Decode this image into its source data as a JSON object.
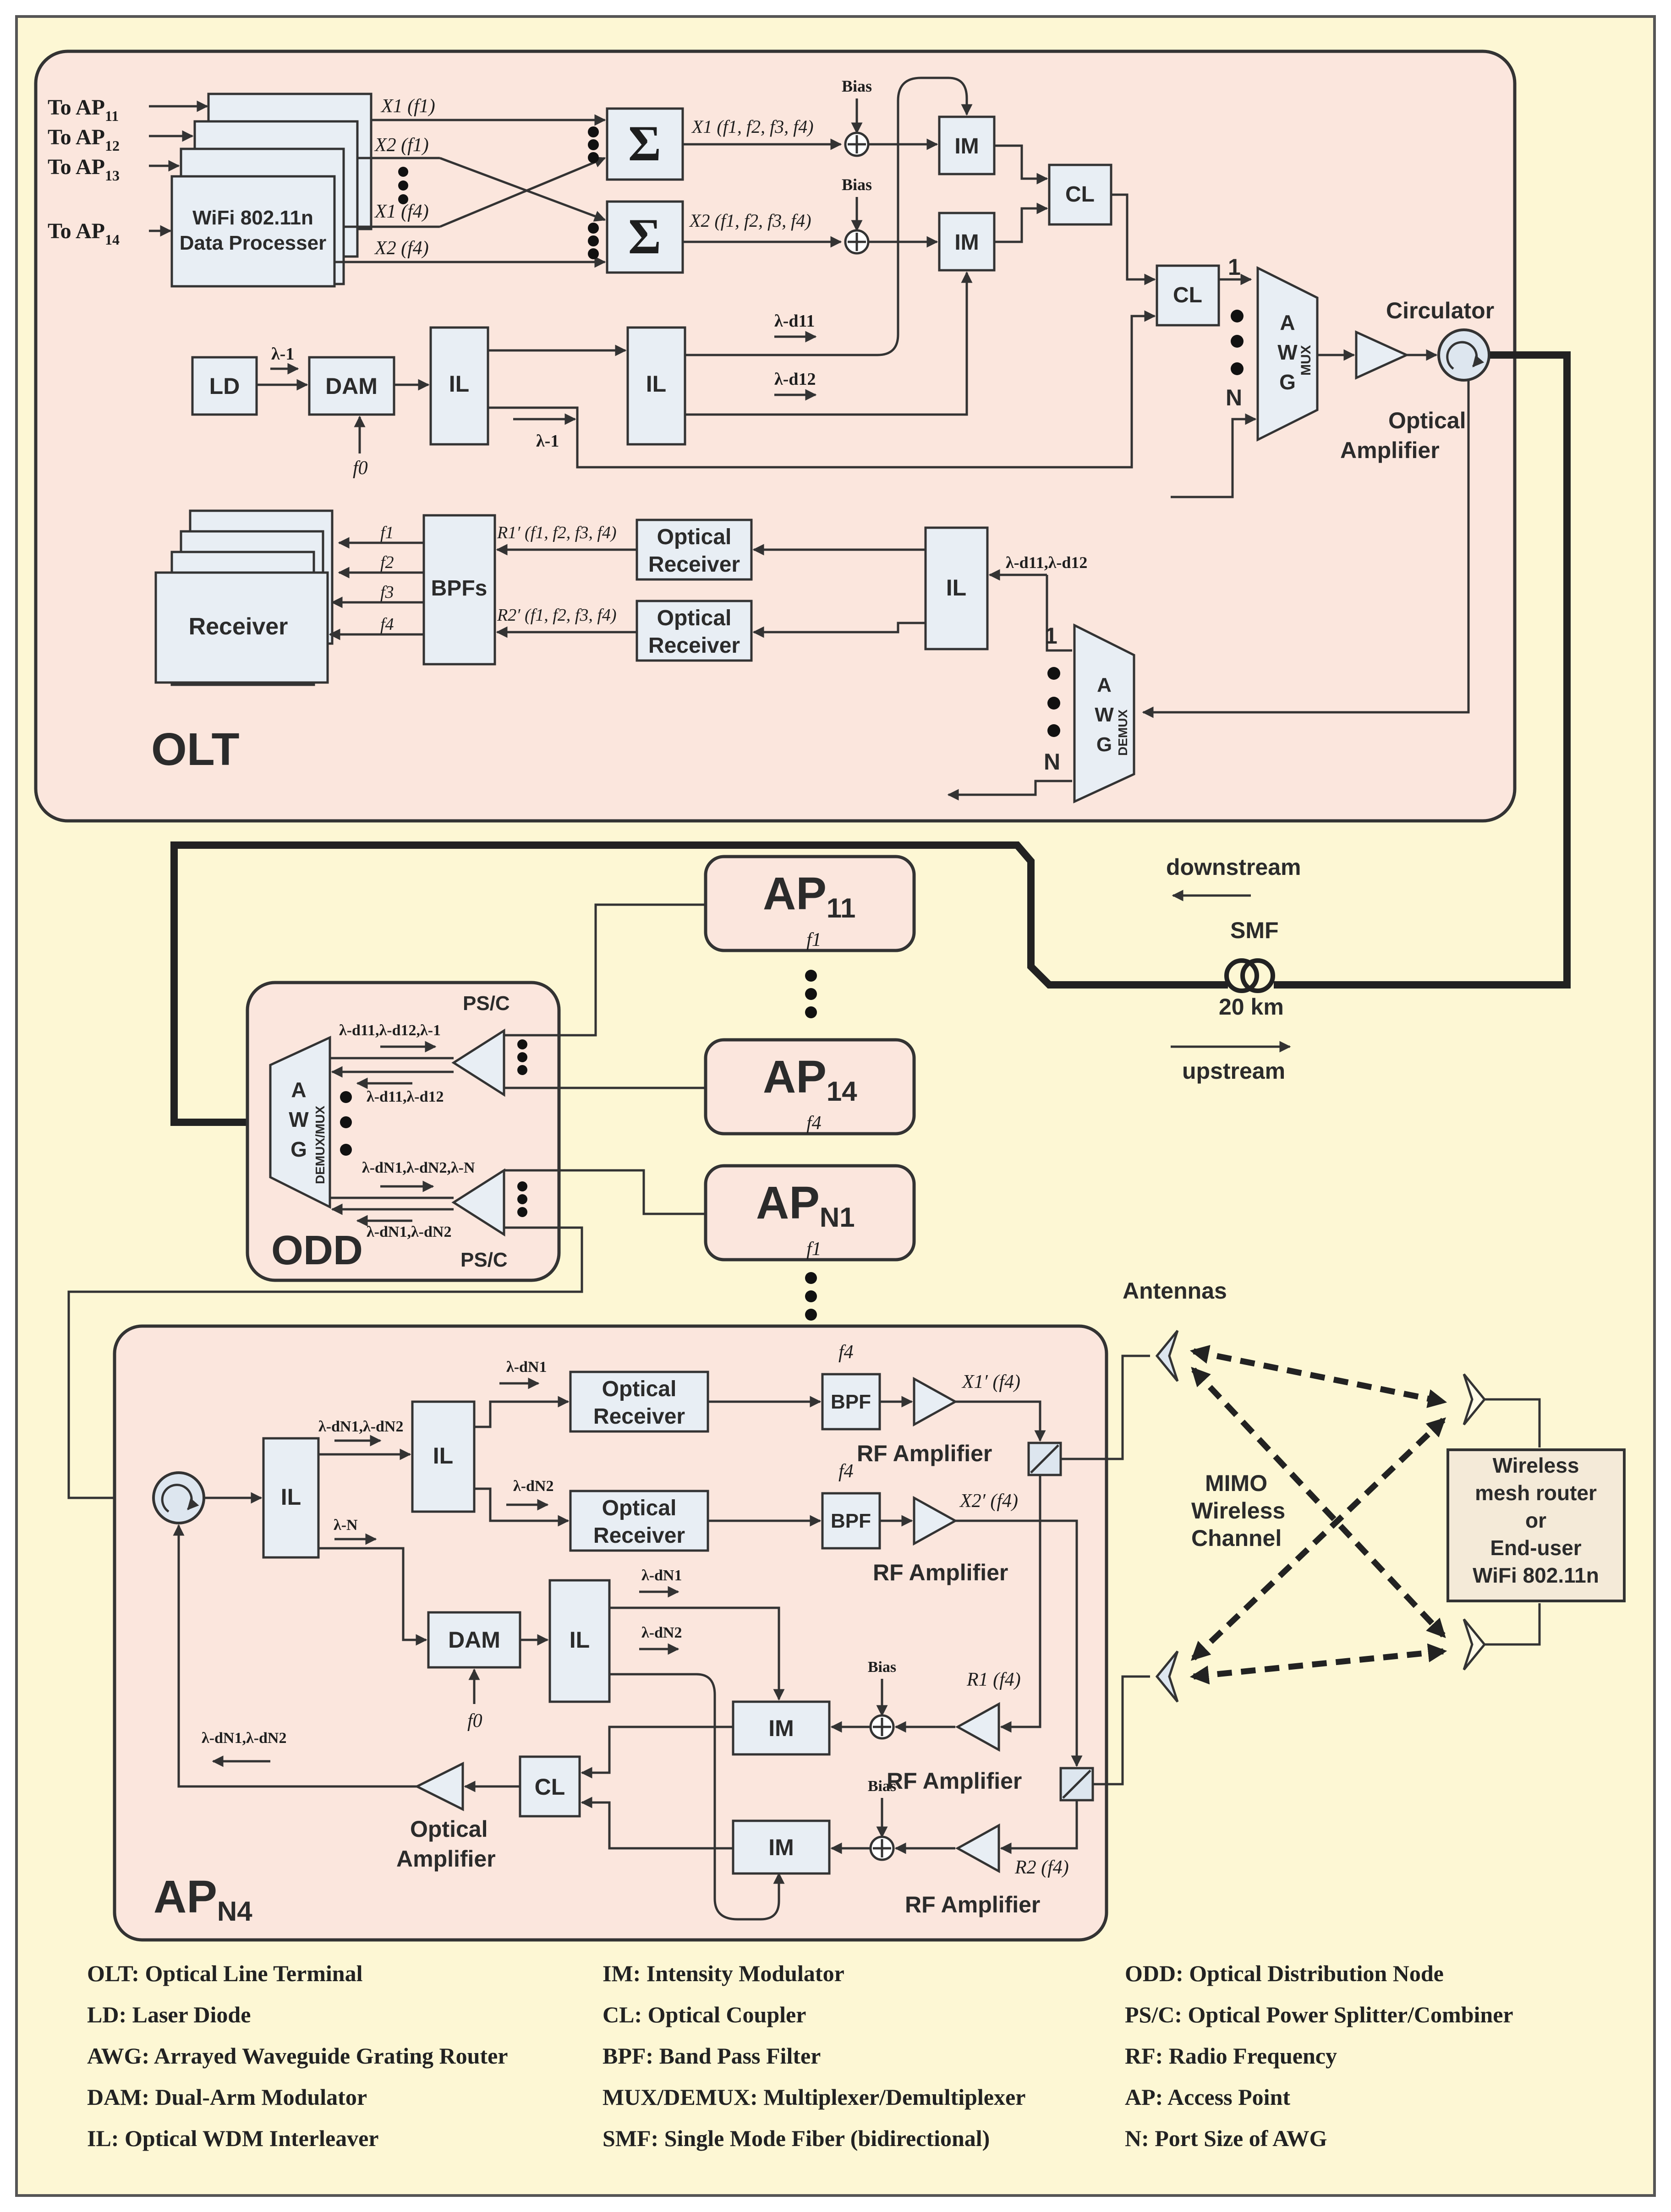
{
  "olt": {
    "title": "OLT",
    "to_ap": [
      "To AP",
      "To AP",
      "To AP",
      "To AP"
    ],
    "to_ap_sub": [
      "11",
      "12",
      "13",
      "14"
    ],
    "processor": [
      "WiFi 802.11n",
      "Data Processer"
    ],
    "sig_x1f1": "X1 (f1)",
    "sig_x2f1": "X2 (f1)",
    "sig_x1f4": "X1 (f4)",
    "sig_x2f4": "X2 (f4)",
    "sum": "Σ",
    "sum_out1": "X1 (f1, f2, f3, f4)",
    "sum_out2": "X2 (f1, f2, f3, f4)",
    "bias": "Bias",
    "im": "IM",
    "cl": "CL",
    "ld": "LD",
    "dam": "DAM",
    "il": "IL",
    "lam1": "λ-1",
    "f0": "f0",
    "lam_d11": "λ-d11",
    "lam_d12": "λ-d12",
    "awg_mux": "AWG",
    "mux": "MUX",
    "port1": "1",
    "portN": "N",
    "circulator": "Circulator",
    "opt_amp": [
      "Optical",
      "Amplifier"
    ],
    "receiver": "Receiver",
    "bpfs": "BPFs",
    "f_list": [
      "f1",
      "f2",
      "f3",
      "f4"
    ],
    "r1": "R1′ (f1, f2, f3, f4)",
    "r2": "R2′ (f1, f2, f3, f4)",
    "opt_rx": [
      "Optical",
      "Receiver"
    ],
    "lam_d11_d12": "λ-d11,λ-d12",
    "demux": "DEMUX"
  },
  "link": {
    "downstream": "downstream",
    "smf": "SMF",
    "distance": "20 km",
    "upstream": "upstream"
  },
  "odd": {
    "title": "ODD",
    "psc": "PS/C",
    "awg_demux_mux": "DEMUX/MUX",
    "lam_a": "λ-d11,λ-d12,λ-1",
    "lam_b": "λ-d11,λ-d12",
    "lam_c": "λ-dN1,λ-dN2,λ-N",
    "lam_d": "λ-dN1,λ-dN2"
  },
  "aps": [
    {
      "name": "AP",
      "sub": "11",
      "freq": "f1"
    },
    {
      "name": "AP",
      "sub": "14",
      "freq": "f4"
    },
    {
      "name": "AP",
      "sub": "N1",
      "freq": "f1"
    }
  ],
  "apn4": {
    "title": "AP",
    "title_sub": "N4",
    "lam_dN1": "λ-dN1",
    "lam_dN2": "λ-dN2",
    "lam_dN1_dN2": "λ-dN1,λ-dN2",
    "lam_N": "λ-N",
    "bpf": "BPF",
    "f4": "f4",
    "x1": "X1′ (f4)",
    "x2": "X2′ (f4)",
    "rf_amp": "RF Amplifier",
    "r1": "R1 (f4)",
    "r2": "R2 (f4)",
    "bias": "Bias"
  },
  "wireless": {
    "antennas": "Antennas",
    "mimo": [
      "MIMO",
      "Wireless",
      "Channel"
    ],
    "router": [
      "Wireless",
      "mesh router",
      "or",
      "End-user",
      "WiFi 802.11n"
    ]
  },
  "legend": [
    [
      "OLT: Optical Line Terminal",
      "IM: Intensity Modulator",
      "ODD: Optical Distribution Node"
    ],
    [
      "LD: Laser Diode",
      "CL: Optical Coupler",
      "PS/C: Optical Power Splitter/Combiner"
    ],
    [
      "AWG: Arrayed Waveguide Grating Router",
      "BPF: Band Pass Filter",
      "RF: Radio Frequency"
    ],
    [
      "DAM: Dual-Arm Modulator",
      "MUX/DEMUX: Multiplexer/Demultiplexer",
      "AP: Access Point"
    ],
    [
      "IL: Optical WDM Interleaver",
      "SMF: Single Mode Fiber (bidirectional)",
      "N: Port Size of AWG"
    ]
  ],
  "colors": {
    "background": "#fdf7d4",
    "region": "#fbe6dd",
    "block": "#e8eef4",
    "stroke": "#333333"
  }
}
